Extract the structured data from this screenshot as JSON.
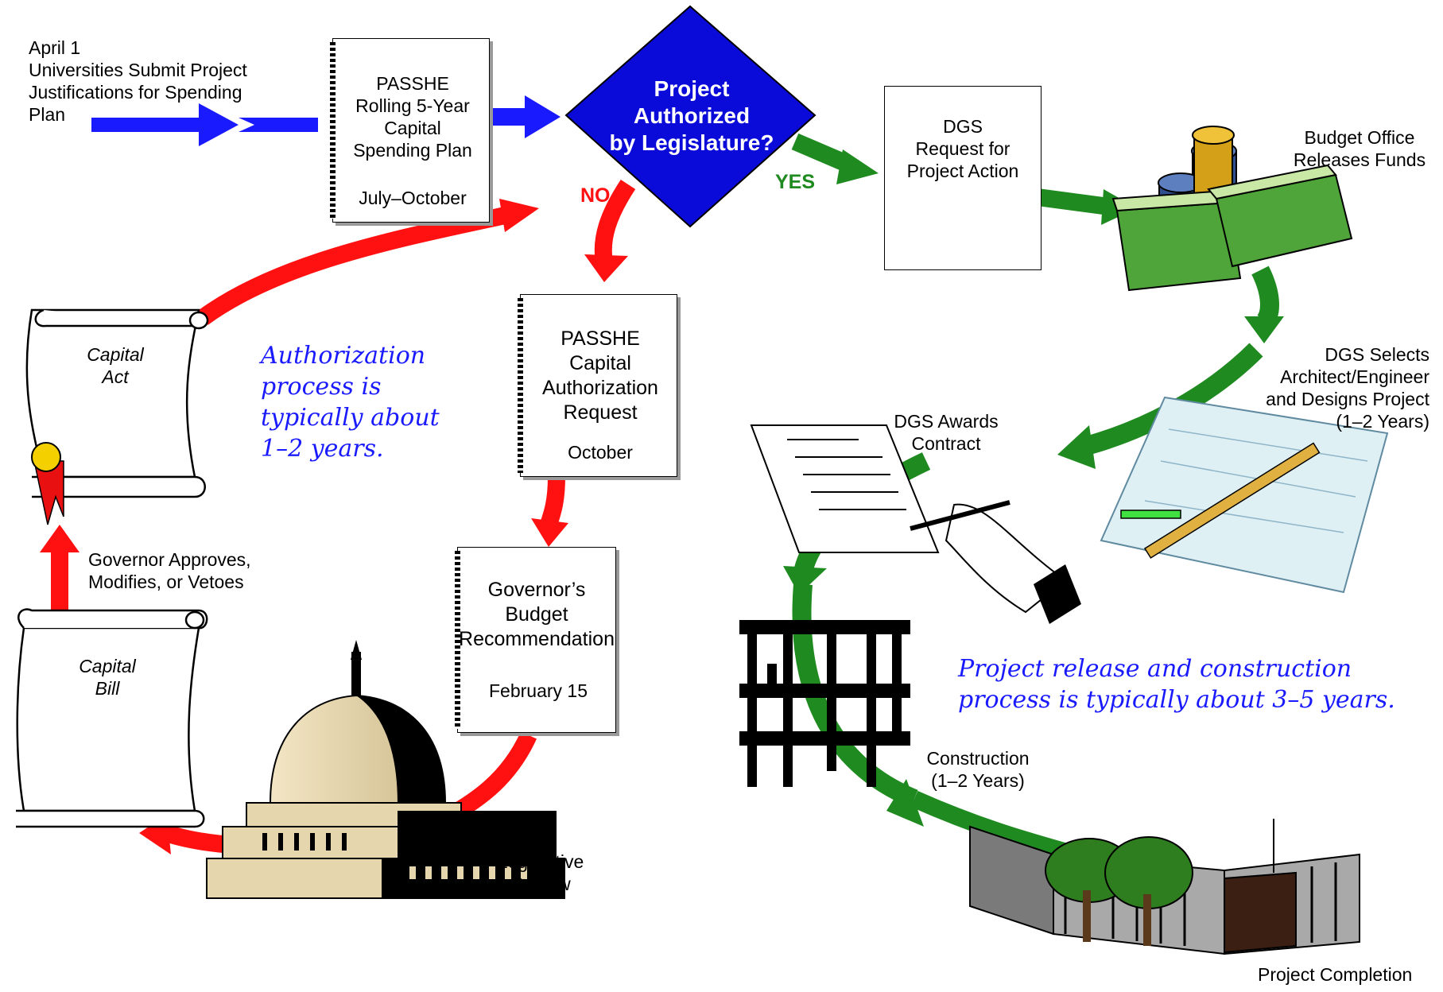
{
  "start": {
    "date": "April 1",
    "lines": [
      "Universities Submit Project",
      "Justifications for Spending",
      "Plan"
    ]
  },
  "spending_plan": {
    "lines": [
      "PASSHE",
      "Rolling 5-Year",
      "Capital",
      "Spending Plan"
    ],
    "date": "July–October"
  },
  "decision": {
    "lines": [
      "Project",
      "Authorized",
      "by Legislature?"
    ],
    "yes_label": "YES",
    "no_label": "NO"
  },
  "dgs_request": {
    "lines": [
      "DGS",
      "Request for",
      "Project Action"
    ]
  },
  "budget_office": {
    "lines": [
      "Budget Office",
      "Releases Funds"
    ]
  },
  "dgs_selects": {
    "lines": [
      "DGS Selects",
      "Architect/Engineer",
      "and Designs Project",
      "(1–2 Years)"
    ]
  },
  "dgs_awards": {
    "lines": [
      "DGS Awards",
      "Contract"
    ]
  },
  "construction": {
    "lines": [
      "Construction",
      "(1–2 Years)"
    ]
  },
  "completion": {
    "label": "Project Completion"
  },
  "auth_request": {
    "lines": [
      "PASSHE",
      "Capital",
      "Authorization",
      "Request"
    ],
    "date": "October"
  },
  "governor_budget": {
    "lines": [
      "Governor’s",
      "Budget",
      "Recommendation"
    ],
    "date": "February 15"
  },
  "legislative_review": {
    "lines": [
      "Legislative",
      "Review"
    ]
  },
  "capital_bill": {
    "lines": [
      "Capital",
      "Bill"
    ]
  },
  "governor_approves": {
    "lines": [
      "Governor Approves,",
      "Modifies, or Vetoes"
    ]
  },
  "capital_act": {
    "lines": [
      "Capital",
      "Act"
    ]
  },
  "note_authorization": {
    "lines": [
      "Authorization",
      "process is",
      "typically about",
      "1–2 years."
    ]
  },
  "note_construction": {
    "lines": [
      "Project release and construction",
      "process is typically about 3–5 years."
    ]
  },
  "colors": {
    "blue_flow": "#1a1aff",
    "red_flow": "#ff1111",
    "green_flow": "#1f8a1f",
    "decision_fill": "#0a0ad9",
    "note_text": "#1a1aff"
  }
}
